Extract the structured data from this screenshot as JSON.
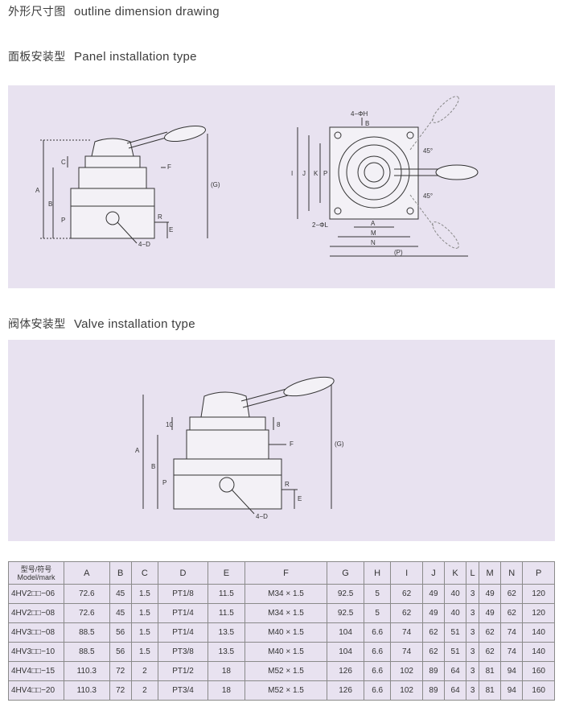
{
  "headings": {
    "outline": {
      "cn": "外形尺寸图",
      "en": "outline  dimension drawing"
    },
    "panel": {
      "cn": "面板安装型",
      "en": "Panel installation type"
    },
    "valve": {
      "cn": "阀体安装型",
      "en": "Valve installation type"
    }
  },
  "drawing1": {
    "labels": [
      "A",
      "B",
      "C",
      "F",
      "P",
      "R",
      "E",
      "4−D",
      "(G)"
    ]
  },
  "drawing2": {
    "labels": [
      "4−ΦH",
      "B",
      "45°",
      "45°",
      "I",
      "J",
      "K",
      "P",
      "2−ΦL",
      "A",
      "M",
      "N",
      "(P)"
    ]
  },
  "drawing3": {
    "labels": [
      "A",
      "10",
      "8",
      "F",
      "B",
      "P",
      "R",
      "E",
      "4−D",
      "(G)"
    ]
  },
  "table": {
    "header_model": [
      "型号/符号",
      "Model/mark"
    ],
    "columns": [
      "A",
      "B",
      "C",
      "D",
      "E",
      "F",
      "G",
      "H",
      "I",
      "J",
      "K",
      "L",
      "M",
      "N",
      "P"
    ],
    "rows": [
      [
        "4HV2□□−06",
        "72.6",
        "45",
        "1.5",
        "PT1/8",
        "11.5",
        "M34 × 1.5",
        "92.5",
        "5",
        "62",
        "49",
        "40",
        "3",
        "49",
        "62",
        "120"
      ],
      [
        "4HV2□□−08",
        "72.6",
        "45",
        "1.5",
        "PT1/4",
        "11.5",
        "M34 × 1.5",
        "92.5",
        "5",
        "62",
        "49",
        "40",
        "3",
        "49",
        "62",
        "120"
      ],
      [
        "4HV3□□−08",
        "88.5",
        "56",
        "1.5",
        "PT1/4",
        "13.5",
        "M40 × 1.5",
        "104",
        "6.6",
        "74",
        "62",
        "51",
        "3",
        "62",
        "74",
        "140"
      ],
      [
        "4HV3□□−10",
        "88.5",
        "56",
        "1.5",
        "PT3/8",
        "13.5",
        "M40 × 1.5",
        "104",
        "6.6",
        "74",
        "62",
        "51",
        "3",
        "62",
        "74",
        "140"
      ],
      [
        "4HV4□□−15",
        "110.3",
        "72",
        "2",
        "PT1/2",
        "18",
        "M52 × 1.5",
        "126",
        "6.6",
        "102",
        "89",
        "64",
        "3",
        "81",
        "94",
        "160"
      ],
      [
        "4HV4□□−20",
        "110.3",
        "72",
        "2",
        "PT3/4",
        "18",
        "M52 × 1.5",
        "126",
        "6.6",
        "102",
        "89",
        "64",
        "3",
        "81",
        "94",
        "160"
      ]
    ]
  }
}
